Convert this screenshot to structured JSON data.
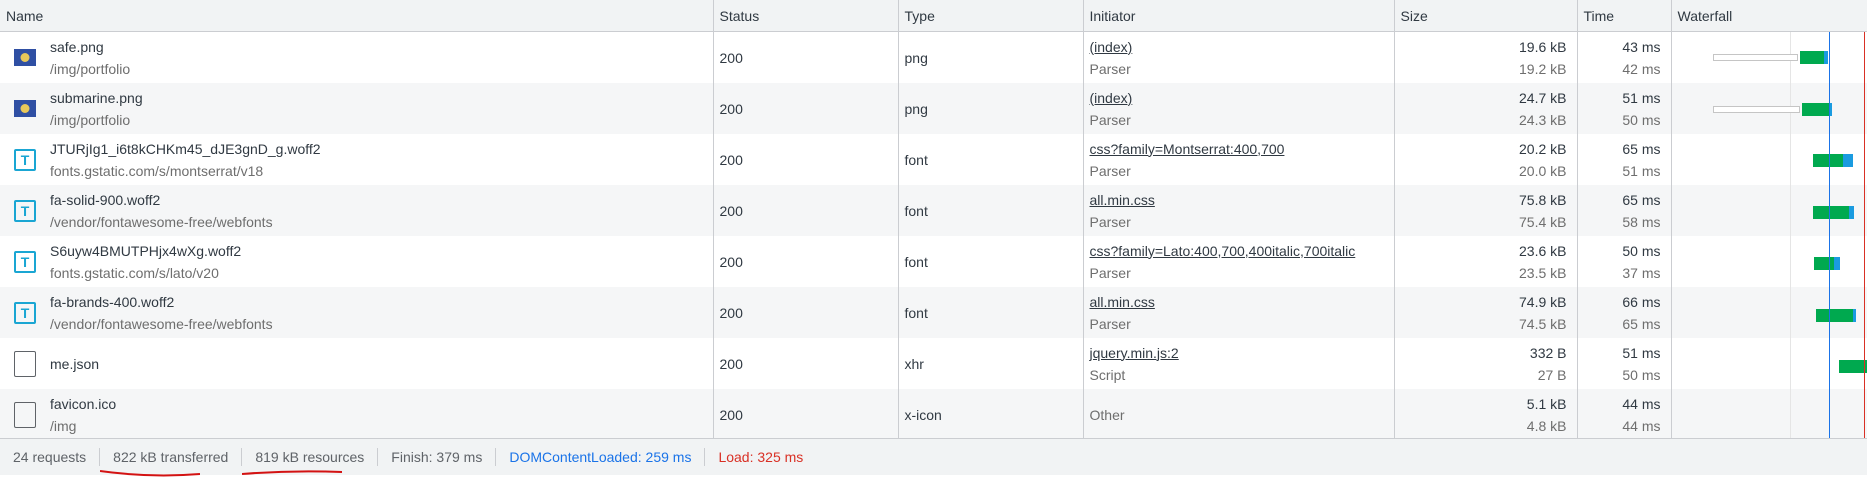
{
  "columns": {
    "name": "Name",
    "status": "Status",
    "type": "Type",
    "initiator": "Initiator",
    "size": "Size",
    "time": "Time",
    "waterfall": "Waterfall"
  },
  "requests": [
    {
      "name": "safe.png",
      "path": "/img/portfolio",
      "status": "200",
      "type": "png",
      "initiator": "(index)",
      "initiator_kind": "Parser",
      "size_transferred": "19.6 kB",
      "size_resource": "19.2 kB",
      "time_total": "43 ms",
      "time_latency": "42 ms",
      "icon": "image-thumbnail-icon"
    },
    {
      "name": "submarine.png",
      "path": "/img/portfolio",
      "status": "200",
      "type": "png",
      "initiator": "(index)",
      "initiator_kind": "Parser",
      "size_transferred": "24.7 kB",
      "size_resource": "24.3 kB",
      "time_total": "51 ms",
      "time_latency": "50 ms",
      "icon": "image-thumbnail-icon"
    },
    {
      "name": "JTURjIg1_i6t8kCHKm45_dJE3gnD_g.woff2",
      "path": "fonts.gstatic.com/s/montserrat/v18",
      "status": "200",
      "type": "font",
      "initiator": "css?family=Montserrat:400,700",
      "initiator_kind": "Parser",
      "size_transferred": "20.2 kB",
      "size_resource": "20.0 kB",
      "time_total": "65 ms",
      "time_latency": "51 ms",
      "icon": "font-icon"
    },
    {
      "name": "fa-solid-900.woff2",
      "path": "/vendor/fontawesome-free/webfonts",
      "status": "200",
      "type": "font",
      "initiator": "all.min.css",
      "initiator_kind": "Parser",
      "size_transferred": "75.8 kB",
      "size_resource": "75.4 kB",
      "time_total": "65 ms",
      "time_latency": "58 ms",
      "icon": "font-icon"
    },
    {
      "name": "S6uyw4BMUTPHjx4wXg.woff2",
      "path": "fonts.gstatic.com/s/lato/v20",
      "status": "200",
      "type": "font",
      "initiator": "css?family=Lato:400,700,400italic,700italic",
      "initiator_kind": "Parser",
      "size_transferred": "23.6 kB",
      "size_resource": "23.5 kB",
      "time_total": "50 ms",
      "time_latency": "37 ms",
      "icon": "font-icon"
    },
    {
      "name": "fa-brands-400.woff2",
      "path": "/vendor/fontawesome-free/webfonts",
      "status": "200",
      "type": "font",
      "initiator": "all.min.css",
      "initiator_kind": "Parser",
      "size_transferred": "74.9 kB",
      "size_resource": "74.5 kB",
      "time_total": "66 ms",
      "time_latency": "65 ms",
      "icon": "font-icon"
    },
    {
      "name": "me.json",
      "path": "",
      "status": "200",
      "type": "xhr",
      "initiator": "jquery.min.js:2",
      "initiator_kind": "Script",
      "size_transferred": "332 B",
      "size_resource": "27 B",
      "time_total": "51 ms",
      "time_latency": "50 ms",
      "icon": "document-icon"
    },
    {
      "name": "favicon.ico",
      "path": "/img",
      "status": "200",
      "type": "x-icon",
      "initiator": "Other",
      "initiator_kind": "",
      "size_transferred": "5.1 kB",
      "size_resource": "4.8 kB",
      "time_total": "44 ms",
      "time_latency": "44 ms",
      "icon": "document-icon"
    }
  ],
  "status_bar": {
    "requests": "24 requests",
    "transferred": "822 kB transferred",
    "resources": "819 kB resources",
    "finish": "Finish: 379 ms",
    "dom_content_loaded": "DOMContentLoaded: 259 ms",
    "load": "Load: 325 ms"
  },
  "colors": {
    "dcl_line": "#1a73e8",
    "load_line": "#d93025",
    "bar_receive": "#00a94f",
    "bar_download": "#1a9be0",
    "annotation": "#d31212"
  }
}
